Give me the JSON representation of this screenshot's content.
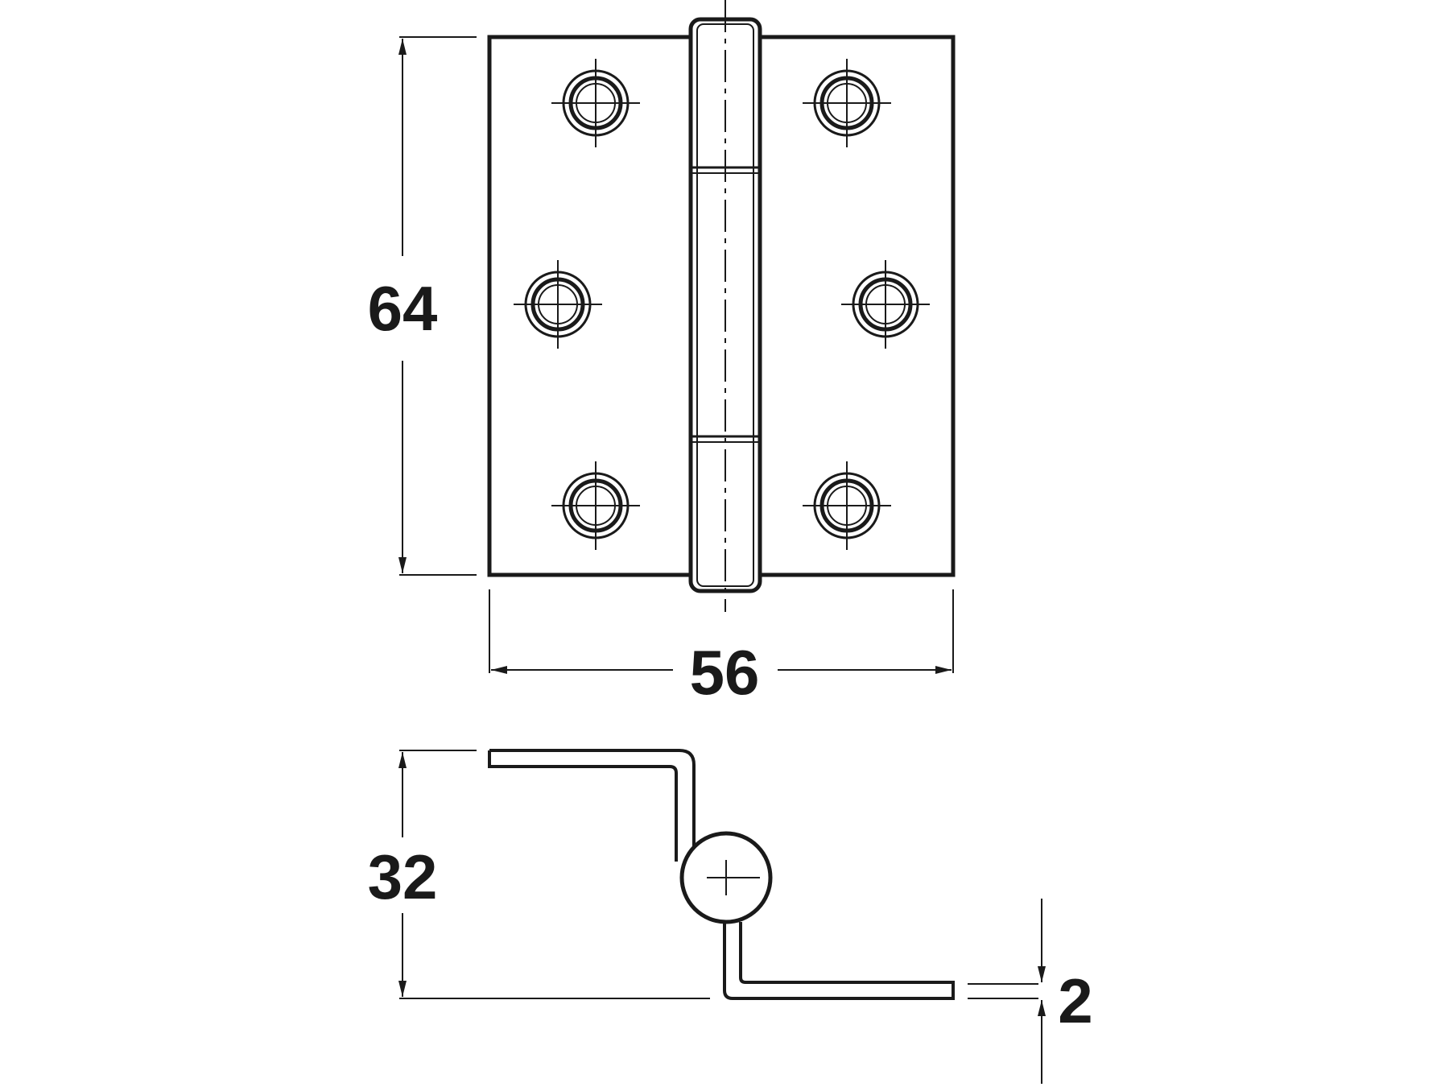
{
  "dimensions": {
    "leaf_height": "64",
    "open_width": "56",
    "knuckle_height": "32",
    "leaf_thickness": "2"
  },
  "colors": {
    "line": "#1a1a1a",
    "background": "#ffffff"
  }
}
